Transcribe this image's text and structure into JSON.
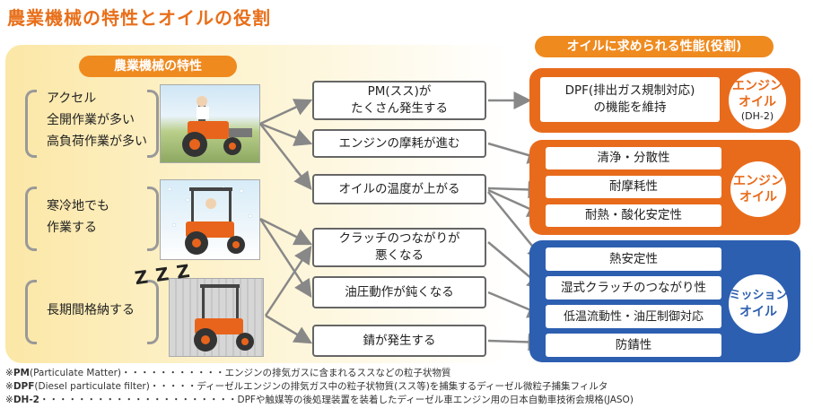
{
  "title": "農業機械の特性とオイルの役割",
  "left_header": "農業機械の特性",
  "right_header": "オイルに求められる性能(役割)",
  "conditions": [
    {
      "lines": [
        "アクセル",
        "全開作業が多い",
        "高負荷作業が多い"
      ]
    },
    {
      "lines": [
        "寒冷地でも",
        "作業する"
      ]
    },
    {
      "lines": [
        "長期間格納する"
      ]
    }
  ],
  "zzz": "Z Z Z",
  "effects": [
    {
      "lines": [
        "PM(スス)が",
        "たくさん発生する"
      ]
    },
    {
      "lines": [
        "エンジンの摩耗が進む"
      ]
    },
    {
      "lines": [
        "オイルの温度が上がる"
      ]
    },
    {
      "lines": [
        "クラッチのつながりが",
        "悪くなる"
      ]
    },
    {
      "lines": [
        "油圧動作が鈍くなる"
      ]
    },
    {
      "lines": [
        "錆が発生する"
      ]
    }
  ],
  "groups": [
    {
      "items": [
        "DPF(排出ガス規制対応)の機能を維持"
      ],
      "label_lines": [
        "エンジン",
        "オイル"
      ],
      "sub": "(DH-2)"
    },
    {
      "items": [
        "清浄・分散性",
        "耐摩耗性",
        "耐熱・酸化安定性"
      ],
      "label_lines": [
        "エンジン",
        "オイル"
      ]
    },
    {
      "items": [
        "熱安定性",
        "湿式クラッチのつながり性",
        "低温流動性・油圧制御対応",
        "防錆性"
      ],
      "label_lines": [
        "ミッション",
        "オイル"
      ]
    }
  ],
  "dpf_item_lines": [
    "DPF(排出ガス規制対応)",
    "の機能を維持"
  ],
  "footnotes": [
    {
      "term": "PM",
      "paren": "(Particulate Matter)",
      "dots": "・・・・・・・・・・・",
      "desc": "エンジンの排気ガスに含まれるススなどの粒子状物質"
    },
    {
      "term": "DPF",
      "paren": "(Diesel particulate filter)",
      "dots": "・・・・・",
      "desc": "ディーゼルエンジンの排気ガス中の粒子状物質(スス等)を捕集するディーゼル微粒子捕集フィルタ"
    },
    {
      "term": "DH-2",
      "paren": "",
      "dots": "・・・・・・・・・・・・・・・・・・・・・",
      "desc": "DPFや触媒等の後処理装置を装着したディーゼル車エンジン用の日本自動車技術会規格(JASO)"
    }
  ],
  "colors": {
    "accent_orange": "#e86b1c",
    "accent_blue": "#2d5fb0",
    "title_orange": "#e86f1a"
  }
}
